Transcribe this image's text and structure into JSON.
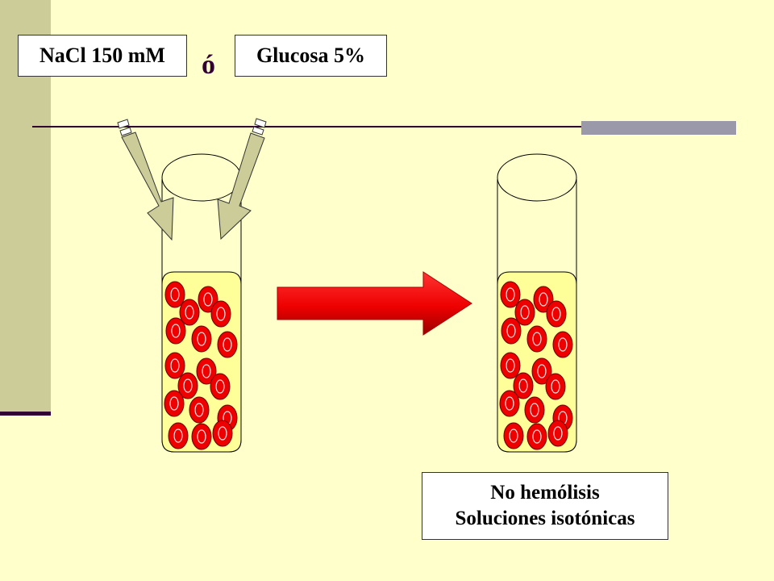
{
  "labels": {
    "solution_a": "NaCl 150 mM",
    "connector": "ó",
    "solution_b": "Glucosa 5%",
    "result_line1": "No hemólisis",
    "result_line2": "Soluciones isotónicas"
  },
  "colors": {
    "background": "#ffffcc",
    "side_band": "#cccc99",
    "rule": "#330033",
    "tube_fill": "#ffff99",
    "cell_fill": "#ee0000",
    "cell_outline": "#660000",
    "process_arrow": "#ee0000",
    "dropper_fill": "#cccc99"
  },
  "icons": {
    "dropper": "dropper-arrow-icon",
    "process": "right-arrow-icon",
    "cell": "red-blood-cell-icon"
  }
}
